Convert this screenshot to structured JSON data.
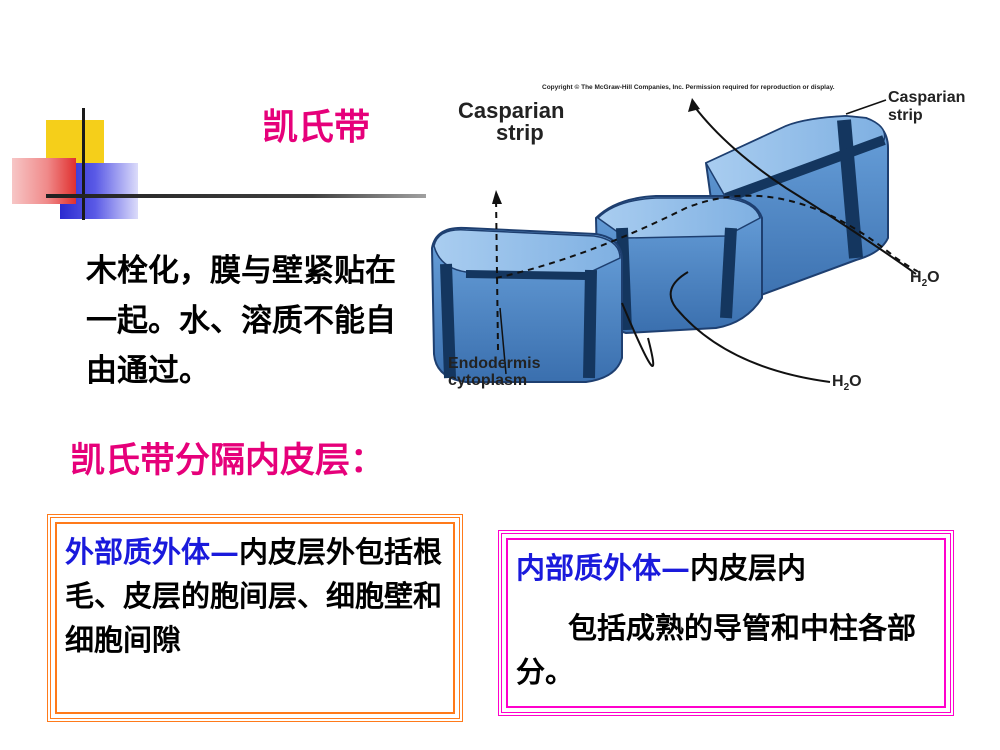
{
  "slide": {
    "title": "凯氏带",
    "paragraph": "木栓化，膜与壁紧贴在一起。水、溶质不能自由通过。",
    "subheading": "凯氏带分隔内皮层："
  },
  "left_box": {
    "lead": "外部质外体",
    "dash": "—",
    "rest": "内皮层外包括根毛、皮层的胞间层、细胞壁和细胞间隙",
    "border_color": "#ff7a1a"
  },
  "right_box": {
    "lead": "内部质外体",
    "dash": "—",
    "rest": "内皮层内",
    "line2": "包括成熟的导管和中柱各部分。",
    "border_color": "#ff00cc"
  },
  "figure": {
    "copyright": "Copyright © The McGraw-Hill Companies, Inc. Permission required for reproduction or display.",
    "label_casparian_left_1": "Casparian",
    "label_casparian_left_2": "strip",
    "label_casparian_right_1": "Casparian",
    "label_casparian_right_2": "strip",
    "label_h2o_1": "H",
    "label_h2o_1_sub": "2",
    "label_h2o_1_end": "O",
    "label_h2o_2": "H",
    "label_h2o_2_sub": "2",
    "label_h2o_2_end": "O",
    "label_endodermis_1": "Endodermis",
    "label_endodermis_2": "cytoplasm"
  },
  "colors": {
    "title_magenta": "#e6007a",
    "text_blue": "#1a1adc",
    "cell_blue": "#4a86c8",
    "cell_dark": "#15386a"
  }
}
